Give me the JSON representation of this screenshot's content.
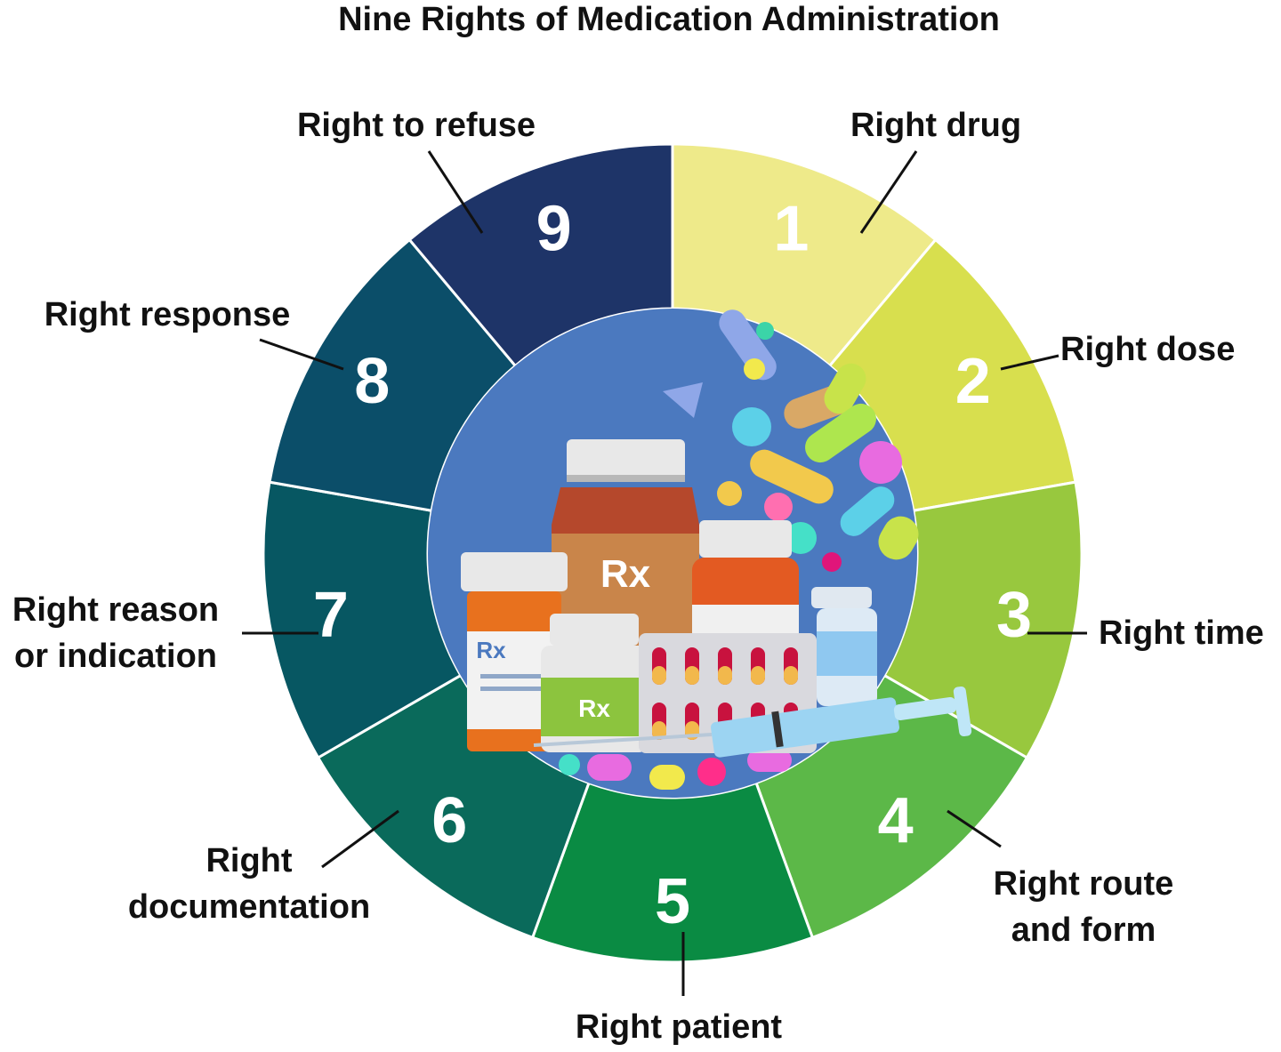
{
  "title": "Nine Rights of Medication Administration",
  "segments": [
    {
      "number": "1",
      "label_lines": [
        "Right drug"
      ],
      "color": "#EEEA8A"
    },
    {
      "number": "2",
      "label_lines": [
        "Right dose"
      ],
      "color": "#D8DF4E"
    },
    {
      "number": "3",
      "label_lines": [
        "Right time"
      ],
      "color": "#98C83E"
    },
    {
      "number": "4",
      "label_lines": [
        "Right route",
        "and form"
      ],
      "color": "#5CB848"
    },
    {
      "number": "5",
      "label_lines": [
        "Right patient"
      ],
      "color": "#0A8B43"
    },
    {
      "number": "6",
      "label_lines": [
        "Right",
        "documentation"
      ],
      "color": "#0A6A5B"
    },
    {
      "number": "7",
      "label_lines": [
        "Right reason",
        "or indication"
      ],
      "color": "#075762"
    },
    {
      "number": "8",
      "label_lines": [
        "Right response"
      ],
      "color": "#0B4E69"
    },
    {
      "number": "9",
      "label_lines": [
        "Right to refuse"
      ],
      "color": "#1E3468"
    }
  ],
  "center": {
    "color": "#4B79BF",
    "rx_symbol": "Rx"
  }
}
